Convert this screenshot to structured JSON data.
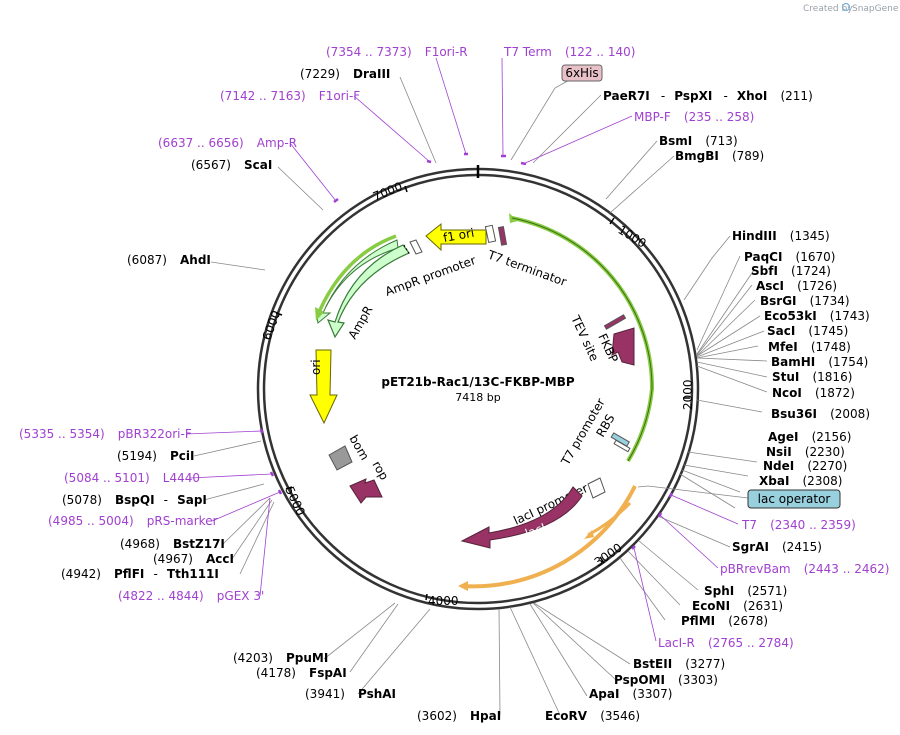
{
  "credit": {
    "created_by": "Created by",
    "brand": "SnapGene"
  },
  "plasmid": {
    "name": "pET21b-Rac1/13C-FKBP-MBP",
    "size": "7418 bp"
  },
  "ticks": [
    "1000",
    "2000",
    "3000",
    "4000",
    "5000",
    "6000",
    "7000"
  ],
  "enzymes": {
    "draiii": {
      "name": "DraIII",
      "pos": "(7229)"
    },
    "scai": {
      "name": "ScaI",
      "pos": "(6567)"
    },
    "ahdi": {
      "name": "AhdI",
      "pos": "(6087)"
    },
    "pcii": {
      "name": "PciI",
      "pos": "(5194)"
    },
    "bspqi": {
      "name": "BspQI",
      "sep": "-",
      "name2": "SapI",
      "pos": "(5078)"
    },
    "bstz17i": {
      "name": "BstZ17I",
      "pos": "(4968)"
    },
    "acci": {
      "name": "AccI",
      "pos": "(4967)"
    },
    "pflfi": {
      "name": "PflFI",
      "sep": "-",
      "name2": "Tth111I",
      "pos": "(4942)"
    },
    "ppumi": {
      "name": "PpuMI",
      "pos": "(4203)"
    },
    "fspai": {
      "name": "FspAI",
      "pos": "(4178)"
    },
    "pshai": {
      "name": "PshAI",
      "pos": "(3941)"
    },
    "hpai": {
      "name": "HpaI",
      "pos": "(3602)"
    },
    "ecorv": {
      "name": "EcoRV",
      "pos": "(3546)"
    },
    "apai": {
      "name": "ApaI",
      "pos": "(3307)"
    },
    "pspomi": {
      "name": "PspOMI",
      "pos": "(3303)"
    },
    "bsteii": {
      "name": "BstEII",
      "pos": "(3277)"
    },
    "pflmi": {
      "name": "PflMI",
      "pos": "(2678)"
    },
    "econi": {
      "name": "EcoNI",
      "pos": "(2631)"
    },
    "sphi": {
      "name": "SphI",
      "pos": "(2571)"
    },
    "sgrai": {
      "name": "SgrAI",
      "pos": "(2415)"
    },
    "xbai": {
      "name": "XbaI",
      "pos": "(2308)"
    },
    "ndei": {
      "name": "NdeI",
      "pos": "(2270)"
    },
    "nsii": {
      "name": "NsiI",
      "pos": "(2230)"
    },
    "agei": {
      "name": "AgeI",
      "pos": "(2156)"
    },
    "bsu36i": {
      "name": "Bsu36I",
      "pos": "(2008)"
    },
    "ncoi": {
      "name": "NcoI",
      "pos": "(1872)"
    },
    "stui": {
      "name": "StuI",
      "pos": "(1816)"
    },
    "bamhi": {
      "name": "BamHI",
      "pos": "(1754)"
    },
    "mfei": {
      "name": "MfeI",
      "pos": "(1748)"
    },
    "saci": {
      "name": "SacI",
      "pos": "(1745)"
    },
    "eco53ki": {
      "name": "Eco53kI",
      "pos": "(1743)"
    },
    "bsrgi": {
      "name": "BsrGI",
      "pos": "(1734)"
    },
    "asci": {
      "name": "AscI",
      "pos": "(1726)"
    },
    "sbfi": {
      "name": "SbfI",
      "pos": "(1724)"
    },
    "paqci": {
      "name": "PaqCI",
      "pos": "(1670)"
    },
    "hindiii": {
      "name": "HindIII",
      "pos": "(1345)"
    },
    "bmgbi": {
      "name": "BmgBI",
      "pos": "(789)"
    },
    "bsmi": {
      "name": "BsmI",
      "pos": "(713)"
    },
    "paer7i": {
      "name": "PaeR7I",
      "sep1": "-",
      "name2": "PspXI",
      "sep2": "-",
      "name3": "XhoI",
      "pos": "(211)"
    }
  },
  "primers": {
    "f1ori_r": {
      "range": "(7354 .. 7373)",
      "name": "F1ori-R"
    },
    "t7term": {
      "name": "T7 Term",
      "range": "(122 .. 140)"
    },
    "f1ori_f": {
      "range": "(7142 .. 7163)",
      "name": "F1ori-F"
    },
    "mbp_f": {
      "name": "MBP-F",
      "range": "(235 .. 258)"
    },
    "amp_r": {
      "range": "(6637 .. 6656)",
      "name": "Amp-R"
    },
    "pbr322ori_f": {
      "range": "(5335 .. 5354)",
      "name": "pBR322ori-F"
    },
    "l4440": {
      "range": "(5084 .. 5101)",
      "name": "L4440"
    },
    "prs_marker": {
      "range": "(4985 .. 5004)",
      "name": "pRS-marker"
    },
    "pgex3": {
      "range": "(4822 .. 4844)",
      "name": "pGEX 3'"
    },
    "t7": {
      "name": "T7",
      "range": "(2340 .. 2359)"
    },
    "pbrrevbam": {
      "name": "pBRrevBam",
      "range": "(2443 .. 2462)"
    },
    "laci_r": {
      "name": "LacI-R",
      "range": "(2765 .. 2784)"
    }
  },
  "features": {
    "his": "6xHis",
    "lac_operator": "lac operator",
    "f1ori": "f1 ori",
    "ampr_promoter": "AmpR promoter",
    "ampr": "AmpR",
    "t7_terminator": "T7 terminator",
    "tev_site": "TEV site",
    "fkbp": "FKBP",
    "ori": "ori",
    "bom": "bom",
    "rop": "rop",
    "t7_promoter": "T7 promoter",
    "rbs": "RBS",
    "laci_promoter": "lacI promoter",
    "laci": "lacI"
  },
  "colors": {
    "backbone": "#333333",
    "primer": "#a040d0",
    "enzyme_line": "#888888",
    "mbp_arc": "#88cc44",
    "ampr_fill": "#ccffcc",
    "yellow": "#ffff00",
    "maroon": "#993366",
    "laci_arc": "#f0b050",
    "his_box": "#e8c0c8",
    "lacop_box": "#99d0dd",
    "bom_gray": "#999999"
  }
}
